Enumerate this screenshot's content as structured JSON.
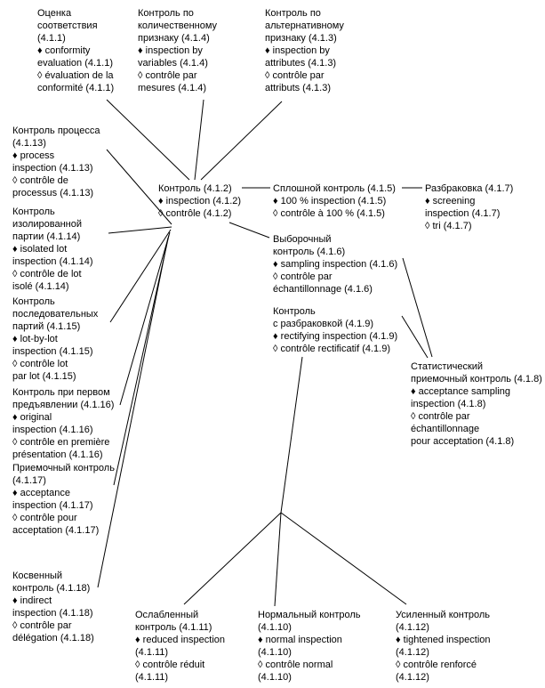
{
  "figure": {
    "language_markers": {
      "english": "♦",
      "french": "◊"
    }
  },
  "nodes": {
    "n4_1_1": {
      "id": "4.1.1",
      "lines": [
        "Оценка",
        "соответствия",
        "(4.1.1)",
        "♦ conformity",
        "evaluation (4.1.1)",
        "◊ évaluation de la",
        "conformité (4.1.1)"
      ]
    },
    "n4_1_4": {
      "id": "4.1.4",
      "lines": [
        "Контроль по",
        "количественному",
        "признаку (4.1.4)",
        "♦ inspection by",
        "variables (4.1.4)",
        "◊ contrôle par",
        "mesures (4.1.4)"
      ]
    },
    "n4_1_3": {
      "id": "4.1.3",
      "lines": [
        "Контроль по",
        "альтернативному",
        "признаку (4.1.3)",
        "♦ inspection by",
        "attributes (4.1.3)",
        "◊ contrôle par",
        "attributs (4.1.3)"
      ]
    },
    "n4_1_13": {
      "id": "4.1.13",
      "lines": [
        "Контроль процесса",
        "(4.1.13)",
        "♦ process",
        "inspection (4.1.13)",
        "◊ contrôle de",
        "processus (4.1.13)"
      ]
    },
    "n4_1_14": {
      "id": "4.1.14",
      "lines": [
        "Контроль",
        "изолированной",
        "партии (4.1.14)",
        "♦ isolated lot",
        "inspection (4.1.14)",
        "◊ contrôle de lot",
        "isolé (4.1.14)"
      ]
    },
    "n4_1_15": {
      "id": "4.1.15",
      "lines": [
        "Контроль",
        "последовательных",
        "партий (4.1.15)",
        "♦ lot-by-lot",
        "inspection (4.1.15)",
        "◊ contrôle lot",
        "par lot (4.1.15)"
      ]
    },
    "n4_1_16": {
      "id": "4.1.16",
      "lines": [
        "Контроль при первом",
        "предъявлении (4.1.16)",
        "♦ original",
        "inspection (4.1.16)",
        "◊ contrôle en première",
        "présentation (4.1.16)"
      ]
    },
    "n4_1_17": {
      "id": "4.1.17",
      "lines": [
        "Приемочный контроль",
        "(4.1.17)",
        "♦ acceptance",
        "inspection (4.1.17)",
        "◊ contrôle pour",
        "acceptation (4.1.17)"
      ]
    },
    "n4_1_18": {
      "id": "4.1.18",
      "lines": [
        "Косвенный",
        "контроль (4.1.18)",
        "♦ indirect",
        "inspection (4.1.18)",
        "◊ contrôle par",
        "délégation (4.1.18)"
      ]
    },
    "n4_1_2": {
      "id": "4.1.2",
      "lines": [
        "Контроль (4.1.2)",
        "♦ inspection (4.1.2)",
        "◊ contrôle (4.1.2)"
      ]
    },
    "n4_1_5": {
      "id": "4.1.5",
      "lines": [
        "Сплошной контроль (4.1.5)",
        "♦ 100 % inspection (4.1.5)",
        "◊ contrôle à 100 % (4.1.5)"
      ]
    },
    "n4_1_7": {
      "id": "4.1.7",
      "lines": [
        "Разбраковка (4.1.7)",
        "♦ screening",
        "inspection (4.1.7)",
        "◊ tri (4.1.7)"
      ]
    },
    "n4_1_6": {
      "id": "4.1.6",
      "lines": [
        "Выборочный",
        "контроль (4.1.6)",
        "♦ sampling inspection (4.1.6)",
        "◊ contrôle par",
        "échantillonnage (4.1.6)"
      ]
    },
    "n4_1_9": {
      "id": "4.1.9",
      "lines": [
        "Контроль",
        "с разбраковкой (4.1.9)",
        "♦ rectifying inspection (4.1.9)",
        "◊ contrôle rectificatif (4.1.9)"
      ]
    },
    "n4_1_8": {
      "id": "4.1.8",
      "lines": [
        "Статистический",
        "приемочный контроль (4.1.8)",
        "♦ acceptance sampling",
        "inspection (4.1.8)",
        "◊ contrôle par",
        "échantillonnage",
        "pour acceptation (4.1.8)"
      ]
    },
    "n4_1_11": {
      "id": "4.1.11",
      "lines": [
        "Ослабленный",
        "контроль (4.1.11)",
        "♦ reduced inspection",
        "(4.1.11)",
        "◊ contrôle réduit",
        "(4.1.11)"
      ]
    },
    "n4_1_10": {
      "id": "4.1.10",
      "lines": [
        "Нормальный контроль",
        "(4.1.10)",
        "♦ normal inspection",
        "(4.1.10)",
        "◊ contrôle normal",
        "(4.1.10)"
      ]
    },
    "n4_1_12": {
      "id": "4.1.12",
      "lines": [
        "Усиленный контроль",
        "(4.1.12)",
        "♦ tightened inspection",
        "(4.1.12)",
        "◊ contrôle renforcé",
        "(4.1.12)"
      ]
    }
  },
  "edges": [
    [
      "4.1.1",
      "4.1.2"
    ],
    [
      "4.1.4",
      "4.1.2"
    ],
    [
      "4.1.3",
      "4.1.2"
    ],
    [
      "4.1.13",
      "4.1.2"
    ],
    [
      "4.1.14",
      "4.1.2"
    ],
    [
      "4.1.15",
      "4.1.2"
    ],
    [
      "4.1.16",
      "4.1.2"
    ],
    [
      "4.1.17",
      "4.1.2"
    ],
    [
      "4.1.18",
      "4.1.2"
    ],
    [
      "4.1.2",
      "4.1.5"
    ],
    [
      "4.1.5",
      "4.1.7"
    ],
    [
      "4.1.2",
      "4.1.6"
    ],
    [
      "4.1.6",
      "4.1.8"
    ],
    [
      "4.1.9",
      "4.1.8"
    ],
    [
      "4.1.11",
      "4.1.9"
    ],
    [
      "4.1.10",
      "4.1.9"
    ],
    [
      "4.1.12",
      "4.1.9"
    ]
  ]
}
